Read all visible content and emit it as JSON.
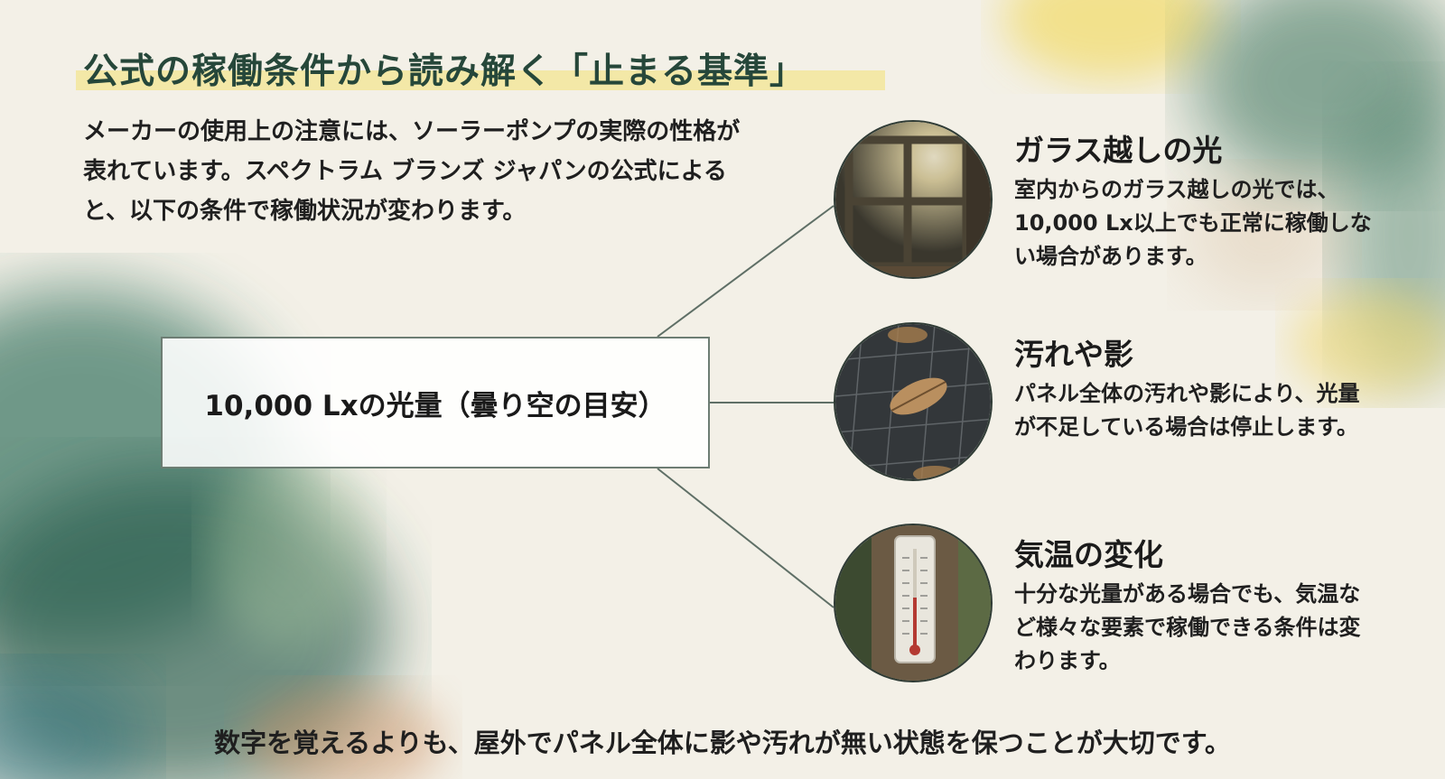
{
  "slide": {
    "title": "公式の稼働条件から読み解く「止まる基準」",
    "intro": "メーカーの使用上の注意には、ソーラーポンプの実際の性格が表れています。スペクトラム ブランズ ジャパンの公式によると、以下の条件で稼働状況が変わります。",
    "center_label": "10,000 Lxの光量（曇り空の目安）",
    "items": [
      {
        "title": "ガラス越しの光",
        "desc": "室内からのガラス越しの光では、10,000 Lx以上でも正常に稼働しない場合があります。",
        "image": "window-light-photo"
      },
      {
        "title": "汚れや影",
        "desc": "パネル全体の汚れや影により、光量が不足している場合は停止します。",
        "image": "leaf-on-solar-panel-photo"
      },
      {
        "title": "気温の変化",
        "desc": "十分な光量がある場合でも、気温など様々な要素で稼働できる条件は変わります。",
        "image": "thermometer-photo"
      }
    ],
    "footer": "数字を覚えるよりも、屋外でパネル全体に影や汚れが無い状態を保つことが大切です。"
  },
  "colors": {
    "background": "#f3f0e7",
    "title_text": "#26473a",
    "title_highlight": "#f3e7a0",
    "watercolor_green": "#2f6a52",
    "watercolor_yellow": "#f2dc6e",
    "connector": "#5f6f66"
  }
}
